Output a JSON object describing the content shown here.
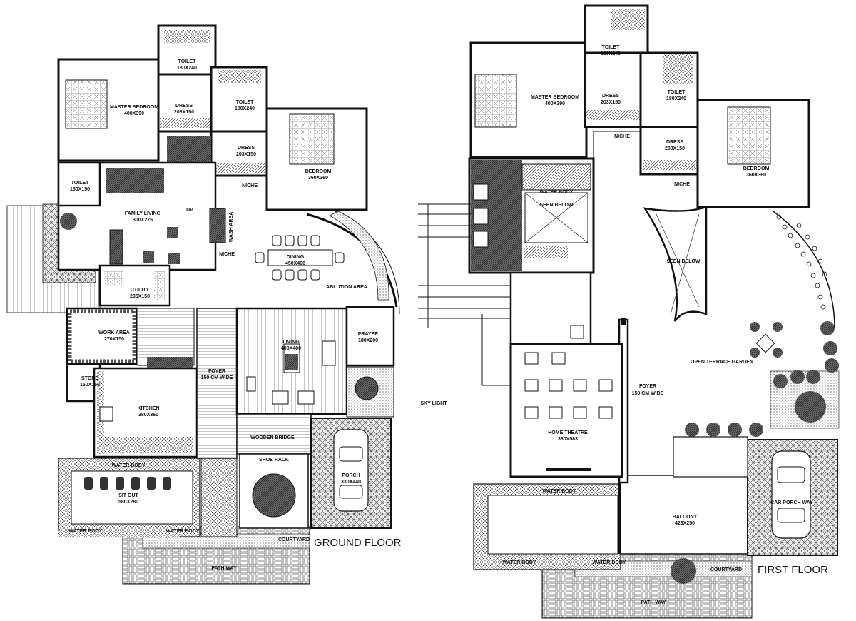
{
  "ground_floor": {
    "title": "GROUND FLOOR",
    "rooms": {
      "toilet1": {
        "name": "TOILET",
        "size": "180X240"
      },
      "master_bedroom": {
        "name": "MASTER BEDROOM",
        "size": "400X390"
      },
      "dress1": {
        "name": "DRESS",
        "size": "203X150"
      },
      "toilet2": {
        "name": "TOILET",
        "size": "180X240"
      },
      "dress2": {
        "name": "DRESS",
        "size": "203X150"
      },
      "bedroom": {
        "name": "BEDROOM",
        "size": "360X360"
      },
      "toilet3": {
        "name": "TOILET",
        "size": "150X150"
      },
      "family_living": {
        "name": "FAMILY LIVING",
        "size": "300X275"
      },
      "wash_area": {
        "name": "WASH AREA"
      },
      "dining": {
        "name": "DINING",
        "size": "450X400"
      },
      "utility": {
        "name": "UTILITY",
        "size": "235X150"
      },
      "work_area": {
        "name": "WORK AREA",
        "size": "270X150"
      },
      "living": {
        "name": "LIVING",
        "size": "400X400"
      },
      "prayer": {
        "name": "PRAYER",
        "size": "180X200"
      },
      "store": {
        "name": "STORE",
        "size": "150X150"
      },
      "kitchen": {
        "name": "KITCHEN",
        "size": "380X360"
      },
      "foyer": {
        "name": "FOYER",
        "size": "150 CM WIDE"
      },
      "wooden_bridge": {
        "name": "WOODEN BRIDGE"
      },
      "shoe_rack": {
        "name": "SHOE RACK"
      },
      "porch": {
        "name": "PORCH",
        "size": "330X440"
      },
      "sit_out": {
        "name": "SIT OUT",
        "size": "580X280"
      },
      "path_way": {
        "name": "PATH WAY"
      }
    },
    "notes": {
      "niche": "NICHE",
      "up": "UP",
      "water_body": "WATER BODY",
      "courtyard": "COURTYARD",
      "ablution": "ABLUTION AREA"
    }
  },
  "first_floor": {
    "title": "FIRST FLOOR",
    "rooms": {
      "toilet1": {
        "name": "TOILET",
        "size": "180X240"
      },
      "master_bedroom": {
        "name": "MASTER BEDROOM",
        "size": "400X390"
      },
      "dress1": {
        "name": "DRESS",
        "size": "203X150"
      },
      "toilet2": {
        "name": "TOILET",
        "size": "180X240"
      },
      "dress2": {
        "name": "DRESS",
        "size": "203X150"
      },
      "bedroom": {
        "name": "BEDROOM",
        "size": "360X360"
      },
      "seen_below1": {
        "name": "SEEN BELOW"
      },
      "seen_below2": {
        "name": "SEEN BELOW"
      },
      "open_terrace": {
        "name": "OPEN TERRACE GARDEN"
      },
      "sky_light": {
        "name": "SKY LIGHT"
      },
      "foyer": {
        "name": "FOYER",
        "size": "150 CM WIDE"
      },
      "home_theatre": {
        "name": "HOME THEATRE",
        "size": "380X583"
      },
      "balcony": {
        "name": "BALCONY",
        "size": "423X250"
      },
      "car_porch": {
        "name": "CAR PORCH WAY"
      },
      "path_way": {
        "name": "PATH WAY"
      }
    },
    "notes": {
      "niche": "NICHE",
      "water_body": "WATER BODY",
      "courtyard": "COURTYARD"
    }
  }
}
